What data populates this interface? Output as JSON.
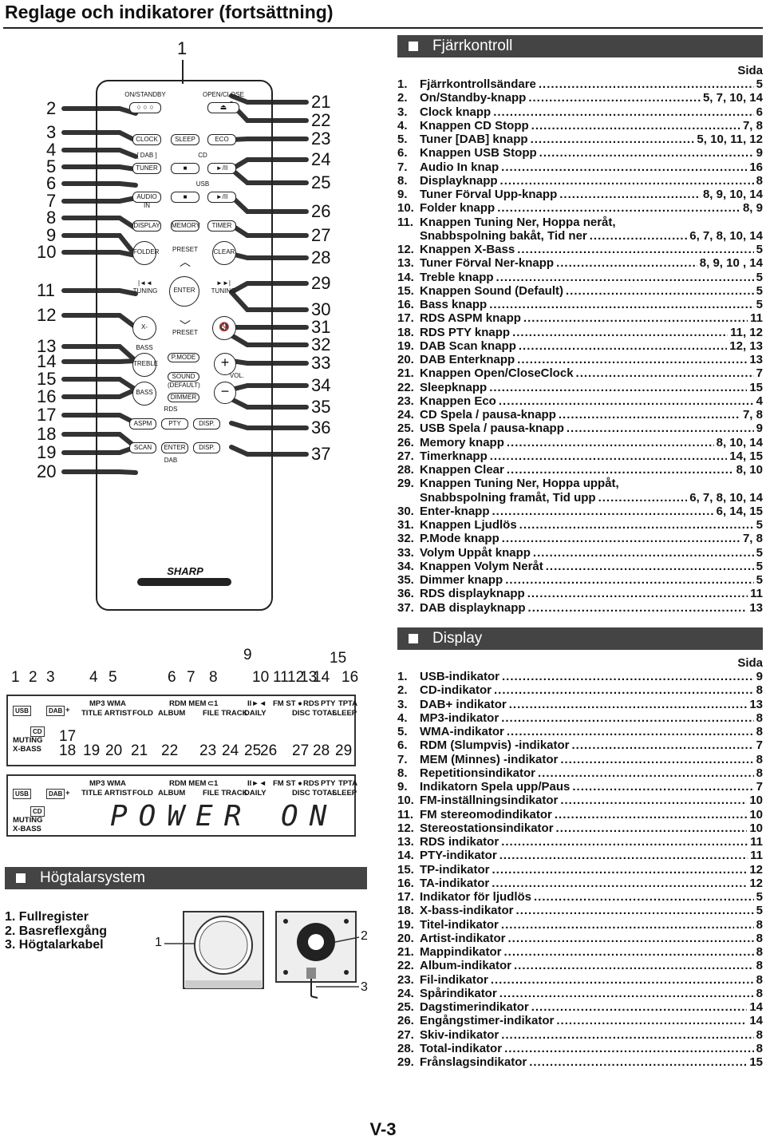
{
  "page_title": "Reglage och indikatorer (fortsättning)",
  "footer": "V-3",
  "remote_section": {
    "heading": "Fjärrkontroll",
    "sida": "Sida",
    "items": [
      {
        "no": "1.",
        "label": "Fjärrkontrollsändare",
        "page": "5"
      },
      {
        "no": "2.",
        "label": "On/Standby-knapp",
        "page": "5, 7, 10, 14"
      },
      {
        "no": "3.",
        "label": "Clock knapp",
        "page": "6"
      },
      {
        "no": "4.",
        "label": "Knappen CD Stopp",
        "page": "7, 8"
      },
      {
        "no": "5.",
        "label": "Tuner [DAB] knapp",
        "page": "5, 10, 11, 12"
      },
      {
        "no": "6.",
        "label": "Knappen USB Stopp",
        "page": "9"
      },
      {
        "no": "7.",
        "label": "Audio In knap",
        "page": "16"
      },
      {
        "no": "8.",
        "label": "Displayknapp",
        "page": "8"
      },
      {
        "no": "9.",
        "label": "Tuner Förval Upp-knapp",
        "page": "8, 9, 10, 14"
      },
      {
        "no": "10.",
        "label": "Folder knapp",
        "page": "8, 9"
      },
      {
        "no": "11.",
        "label": "Knappen Tuning Ner, Hoppa neråt,",
        "page": ""
      },
      {
        "no": "",
        "label": "Snabbspolning bakåt, Tid ner",
        "page": "6, 7, 8, 10, 14"
      },
      {
        "no": "12.",
        "label": "Knappen X-Bass",
        "page": "5"
      },
      {
        "no": "13.",
        "label": "Tuner Förval Ner-knapp",
        "page": "8, 9, 10 , 14"
      },
      {
        "no": "14.",
        "label": "Treble knapp",
        "page": "5"
      },
      {
        "no": "15.",
        "label": "Knappen Sound (Default)",
        "page": "5"
      },
      {
        "no": "16.",
        "label": "Bass knapp",
        "page": "5"
      },
      {
        "no": "17.",
        "label": "RDS ASPM knapp",
        "page": "11"
      },
      {
        "no": "18.",
        "label": "RDS PTY knapp",
        "page": "11, 12"
      },
      {
        "no": "19.",
        "label": "DAB Scan knapp",
        "page": "12, 13"
      },
      {
        "no": "20.",
        "label": "DAB Enterknapp",
        "page": "13"
      },
      {
        "no": "21.",
        "label": "Knappen Open/CloseClock",
        "page": "7"
      },
      {
        "no": "22.",
        "label": "Sleepknapp",
        "page": "15"
      },
      {
        "no": "23.",
        "label": "Knappen Eco",
        "page": "4"
      },
      {
        "no": "24.",
        "label": "CD Spela / pausa-knapp",
        "page": "7, 8"
      },
      {
        "no": "25.",
        "label": "USB Spela / pausa-knapp",
        "page": "9"
      },
      {
        "no": "26.",
        "label": "Memory knapp",
        "page": "8, 10, 14"
      },
      {
        "no": "27.",
        "label": "Timerknapp",
        "page": "14, 15"
      },
      {
        "no": "28.",
        "label": "Knappen Clear",
        "page": "8, 10"
      },
      {
        "no": "29.",
        "label": "Knappen Tuning Ner, Hoppa uppåt,",
        "page": ""
      },
      {
        "no": "",
        "label": "Snabbspolning framåt, Tid upp",
        "page": "6, 7, 8, 10, 14"
      },
      {
        "no": "30.",
        "label": "Enter-knapp",
        "page": "6, 14, 15"
      },
      {
        "no": "31.",
        "label": "Knappen Ljudlös",
        "page": "5"
      },
      {
        "no": "32.",
        "label": "P.Mode knapp",
        "page": "7, 8"
      },
      {
        "no": "33.",
        "label": "Volym Uppåt knapp",
        "page": "5"
      },
      {
        "no": "34.",
        "label": "Knappen Volym Neråt",
        "page": "5"
      },
      {
        "no": "35.",
        "label": "Dimmer knapp",
        "page": "5"
      },
      {
        "no": "36.",
        "label": "RDS displayknapp",
        "page": "11"
      },
      {
        "no": "37.",
        "label": "DAB displayknapp",
        "page": "13"
      }
    ]
  },
  "display_section": {
    "heading": "Display",
    "sida": "Sida",
    "items": [
      {
        "no": "1.",
        "label": "USB-indikator",
        "page": "9"
      },
      {
        "no": "2.",
        "label": "CD-indikator",
        "page": "8"
      },
      {
        "no": "3.",
        "label": "DAB+ indikator",
        "page": "13"
      },
      {
        "no": "4.",
        "label": "MP3-indikator",
        "page": "8"
      },
      {
        "no": "5.",
        "label": "WMA-indikator",
        "page": "8"
      },
      {
        "no": "6.",
        "label": "RDM (Slumpvis) -indikator",
        "page": "7"
      },
      {
        "no": "7.",
        "label": "MEM (Minnes) -indikator",
        "page": "8"
      },
      {
        "no": "8.",
        "label": "Repetitionsindikator",
        "page": "8"
      },
      {
        "no": "9.",
        "label": "Indikatorn Spela upp/Paus",
        "page": "7"
      },
      {
        "no": "10.",
        "label": "FM-inställningsindikator",
        "page": "10"
      },
      {
        "no": "11.",
        "label": "FM stereomodindikator",
        "page": "10"
      },
      {
        "no": "12.",
        "label": "Stereostationsindikator",
        "page": "10"
      },
      {
        "no": "13.",
        "label": "RDS indikator",
        "page": "11"
      },
      {
        "no": "14.",
        "label": "PTY-indikator",
        "page": "11"
      },
      {
        "no": "15.",
        "label": "TP-indikator",
        "page": "12"
      },
      {
        "no": "16.",
        "label": "TA-indikator",
        "page": "12"
      },
      {
        "no": "17.",
        "label": "Indikator för ljudlös",
        "page": "5"
      },
      {
        "no": "18.",
        "label": "X-bass-indikator",
        "page": "5"
      },
      {
        "no": "19.",
        "label": "Titel-indikator",
        "page": "8"
      },
      {
        "no": "20.",
        "label": "Artist-indikator",
        "page": "8"
      },
      {
        "no": "21.",
        "label": "Mappindikator",
        "page": "8"
      },
      {
        "no": "22.",
        "label": "Album-indikator",
        "page": "8"
      },
      {
        "no": "23.",
        "label": "Fil-indikator",
        "page": "8"
      },
      {
        "no": "24.",
        "label": "Spårindikator",
        "page": "8"
      },
      {
        "no": "25.",
        "label": "Dagstimerindikator",
        "page": "14"
      },
      {
        "no": "26.",
        "label": "Engångstimer-indikator",
        "page": "14"
      },
      {
        "no": "27.",
        "label": "Skiv-indikator",
        "page": "8"
      },
      {
        "no": "28.",
        "label": "Total-indikator",
        "page": "8"
      },
      {
        "no": "29.",
        "label": "Frånslagsindikator",
        "page": "15"
      }
    ]
  },
  "speaker_section": {
    "heading": "Högtalarsystem",
    "items": [
      "1.  Fullregister",
      "2.  Basreflexgång",
      "3.  Högtalarkabel"
    ],
    "callouts": [
      "1",
      "2",
      "3"
    ]
  },
  "remote_callouts_left": [
    "2",
    "3",
    "4",
    "5",
    "6",
    "7",
    "8",
    "9",
    "10",
    "11",
    "12",
    "13",
    "14",
    "15",
    "16",
    "17",
    "18",
    "19",
    "20"
  ],
  "remote_callouts_right": [
    "21",
    "22",
    "23",
    "24",
    "25",
    "26",
    "27",
    "28",
    "29",
    "30",
    "31",
    "32",
    "33",
    "34",
    "35",
    "36",
    "37"
  ],
  "remote_callout_top": "1",
  "remote_buttons": {
    "on_standby": "ON/STANDBY",
    "open_close": "OPEN/CLOSE",
    "clock": "CLOCK",
    "sleep": "SLEEP",
    "eco": "ECO",
    "dab_bracket": "[ DAB ]",
    "tuner": "TUNER",
    "cd": "CD",
    "usb": "USB",
    "audio_in": "AUDIO IN",
    "display": "DISPLAY",
    "memory": "MEMORY",
    "timer": "TIMER",
    "folder": "FOLDER",
    "preset_up": "PRESET",
    "clear": "CLEAR",
    "tuning_left": "TUNING",
    "enter": "ENTER",
    "tuning_right": "TUNING",
    "xbass": "X-BASS",
    "preset_down": "PRESET",
    "treble": "TREBLE",
    "pmode": "P.MODE",
    "sound": "SOUND",
    "default": "(DEFAULT)",
    "vol": "VOL.",
    "bass": "BASS",
    "dimmer": "DIMMER",
    "rds": "RDS",
    "aspm": "ASPM",
    "pty": "PTY",
    "disp1": "DISP.",
    "scan": "SCAN",
    "enter2": "ENTER",
    "disp2": "DISP.",
    "dab": "DAB",
    "brand": "SHARP"
  },
  "display_panel": {
    "top_nums": [
      "9",
      "15"
    ],
    "row1_nums": [
      "1",
      "2",
      "3",
      "4",
      "5",
      "6",
      "7",
      "8",
      "10",
      "11",
      "12",
      "13",
      "14",
      "16"
    ],
    "row2_nums": [
      "17",
      "18",
      "19",
      "20",
      "21",
      "22",
      "23",
      "24",
      "25",
      "26",
      "27",
      "28",
      "29"
    ],
    "usb": "USB",
    "dab": "DAB",
    "plus": "+",
    "cd": "CD",
    "muting": "MUTING",
    "xbass": "X-BASS",
    "mp3wma": "MP3 WMA",
    "title_artist": "TITLE ARTIST",
    "fold": "FOLD",
    "rdm_mem": "RDM MEM",
    "album": "ALBUM",
    "repeat": "⊂1",
    "file_track": "FILE TRACK",
    "daily": "DAILY",
    "play": "II►◄",
    "fmst": "FM ST ●",
    "rds": "RDS",
    "pty": "PTY",
    "tp": "TP",
    "ta": "TA",
    "disc_total": "DISC TOTAL",
    "sleep": "SLEEP",
    "lcd_text": "POWER ON"
  }
}
